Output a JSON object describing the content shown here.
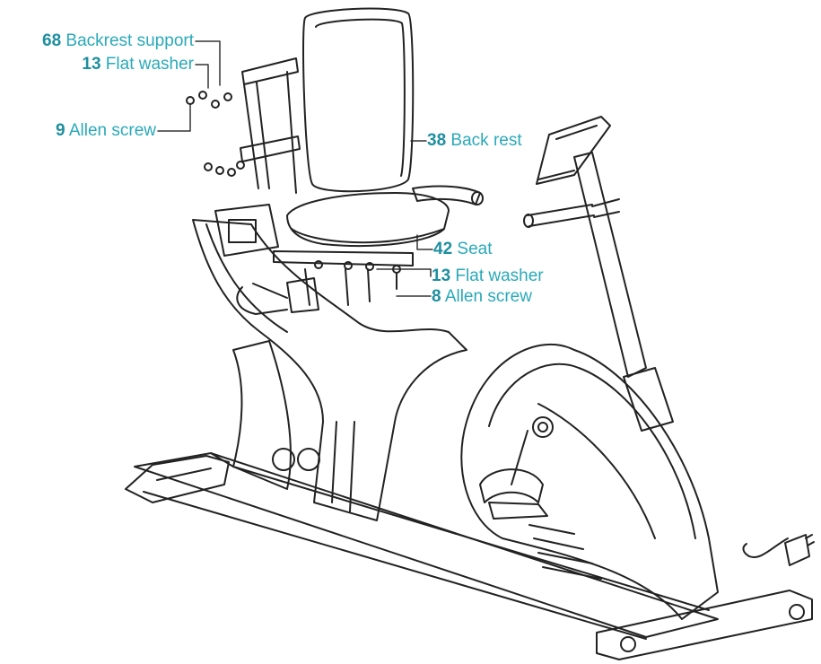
{
  "colors": {
    "callout_text": "#2aa9b9",
    "callout_number": "#1e8fa0",
    "leader_line": "#333333",
    "drawing_stroke": "#222222",
    "background": "#ffffff"
  },
  "callouts": [
    {
      "id": "backrest-support",
      "number": "68",
      "label": "Backrest support"
    },
    {
      "id": "flat-washer-top",
      "number": "13",
      "label": "Flat washer"
    },
    {
      "id": "allen-screw-top",
      "number": "9",
      "label": "Allen screw"
    },
    {
      "id": "back-rest",
      "number": "38",
      "label": "Back rest"
    },
    {
      "id": "seat",
      "number": "42",
      "label": "Seat"
    },
    {
      "id": "flat-washer-seat",
      "number": "13",
      "label": "Flat washer"
    },
    {
      "id": "allen-screw-seat",
      "number": "8",
      "label": "Allen screw"
    }
  ]
}
